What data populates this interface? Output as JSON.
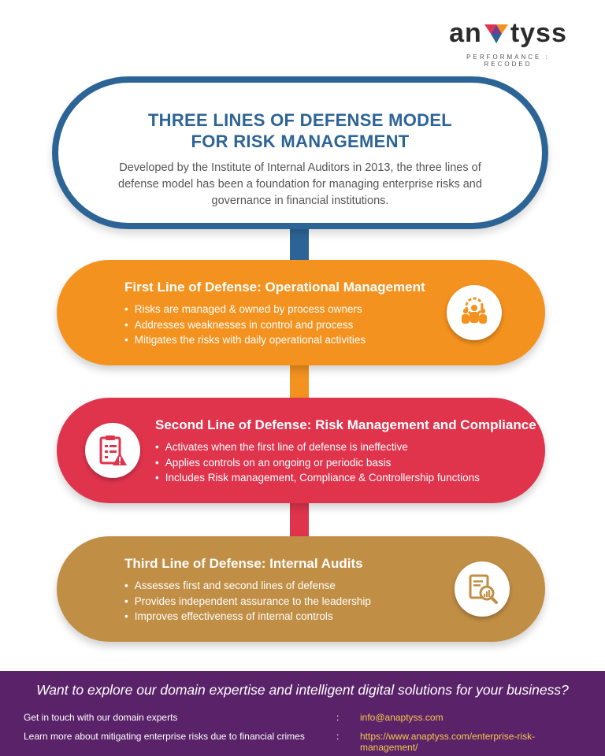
{
  "brand": {
    "name_left": "an",
    "name_right": "tyss",
    "tagline": "PERFORMANCE : RECODED",
    "colors": {
      "dark_blue": "#2d6496",
      "orange": "#f4921f",
      "red": "#e0344d",
      "tan": "#c18e45",
      "purple": "#5a2369",
      "link": "#f7c94a"
    }
  },
  "header": {
    "title": "THREE LINES OF DEFENSE MODEL FOR RISK MANAGEMENT",
    "description": "Developed by the Institute of Internal Auditors in 2013, the three lines of defense model has been a foundation for managing enterprise risks and governance in financial institutions."
  },
  "lines": [
    {
      "title": "First Line of Defense: Operational Management",
      "icon": "team-gear-icon",
      "points": [
        "Risks are managed & owned by process owners",
        "Addresses weaknesses in control and process",
        "Mitigates the risks with daily operational activities"
      ]
    },
    {
      "title": "Second Line of Defense: Risk Management and Compliance",
      "icon": "clipboard-warning-icon",
      "points": [
        "Activates when the first line of defense is ineffective",
        "Applies controls on an ongoing or periodic basis",
        "Includes Risk management, Compliance & Controllership functions"
      ]
    },
    {
      "title": "Third Line of Defense: Internal Audits",
      "icon": "report-magnifier-icon",
      "points": [
        "Assesses first and second lines of defense",
        "Provides independent assurance to the leadership",
        "Improves effectiveness of internal controls"
      ]
    }
  ],
  "footer": {
    "question": "Want to explore our domain expertise and intelligent digital solutions for your business?",
    "rows": [
      {
        "label": "Get in touch with our domain experts",
        "separator": ":",
        "value": "info@anaptyss.com"
      },
      {
        "label": "Learn more about mitigating enterprise risks due to financial crimes",
        "separator": ":",
        "value": "https://www.anaptyss.com/enterprise-risk-management/"
      }
    ]
  }
}
